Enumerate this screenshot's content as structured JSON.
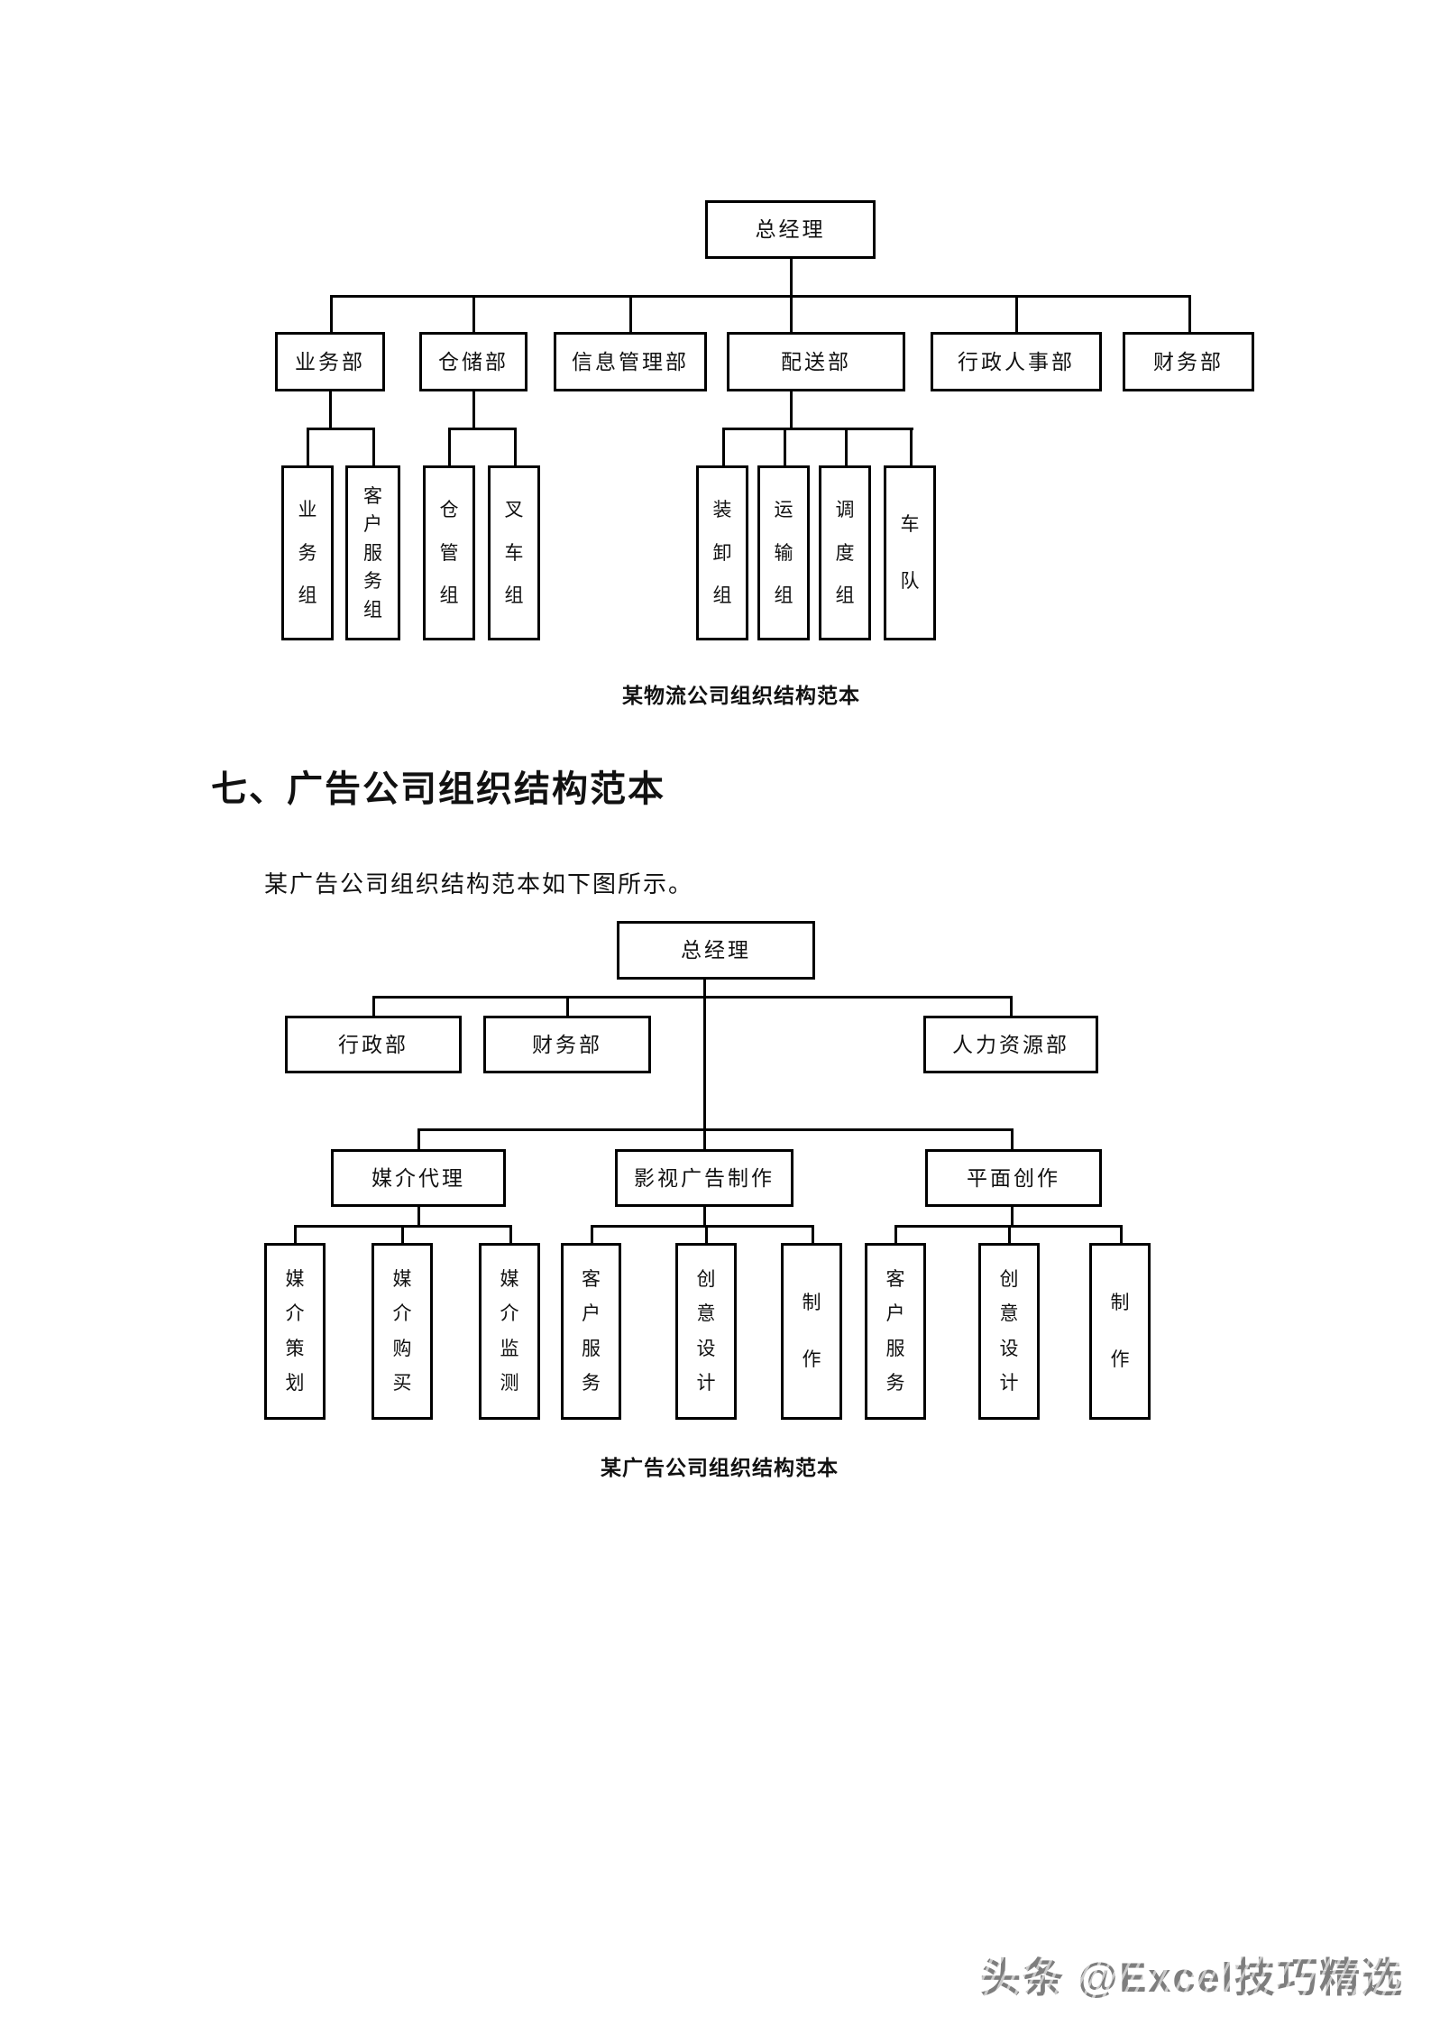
{
  "document": {
    "section_heading": "七、广告公司组织结构范本",
    "intro_text": "某广告公司组织结构范本如下图所示。",
    "watermark": "头条 @Excel技巧精选"
  },
  "logistics_chart": {
    "caption": "某物流公司组织结构范本",
    "root": "总经理",
    "level2": [
      "业务部",
      "仓储部",
      "信息管理部",
      "配送部",
      "行政人事部",
      "财务部"
    ],
    "level3": [
      "业务组",
      "客户服务组",
      "仓管组",
      "叉车组",
      "装卸组",
      "运输组",
      "调度组",
      "车队"
    ],
    "hierarchy": {
      "总经理": [
        "业务部",
        "仓储部",
        "信息管理部",
        "配送部",
        "行政人事部",
        "财务部"
      ],
      "业务部": [
        "业务组",
        "客户服务组"
      ],
      "仓储部": [
        "仓管组",
        "叉车组"
      ],
      "配送部": [
        "装卸组",
        "运输组",
        "调度组",
        "车队"
      ]
    }
  },
  "ad_chart": {
    "caption": "某广告公司组织结构范本",
    "root": "总经理",
    "level2": [
      "行政部",
      "财务部",
      "人力资源部"
    ],
    "level3": [
      "媒介代理",
      "影视广告制作",
      "平面创作"
    ],
    "level4": [
      "媒介策划",
      "媒介购买",
      "媒介监测",
      "客户服务",
      "创意设计",
      "制作",
      "客户服务",
      "创意设计",
      "制作"
    ],
    "hierarchy": {
      "总经理": [
        "行政部",
        "财务部",
        "人力资源部",
        "媒介代理",
        "影视广告制作",
        "平面创作"
      ],
      "媒介代理": [
        "媒介策划",
        "媒介购买",
        "媒介监测"
      ],
      "影视广告制作": [
        "客户服务",
        "创意设计",
        "制作"
      ],
      "平面创作": [
        "客户服务",
        "创意设计",
        "制作"
      ]
    }
  }
}
